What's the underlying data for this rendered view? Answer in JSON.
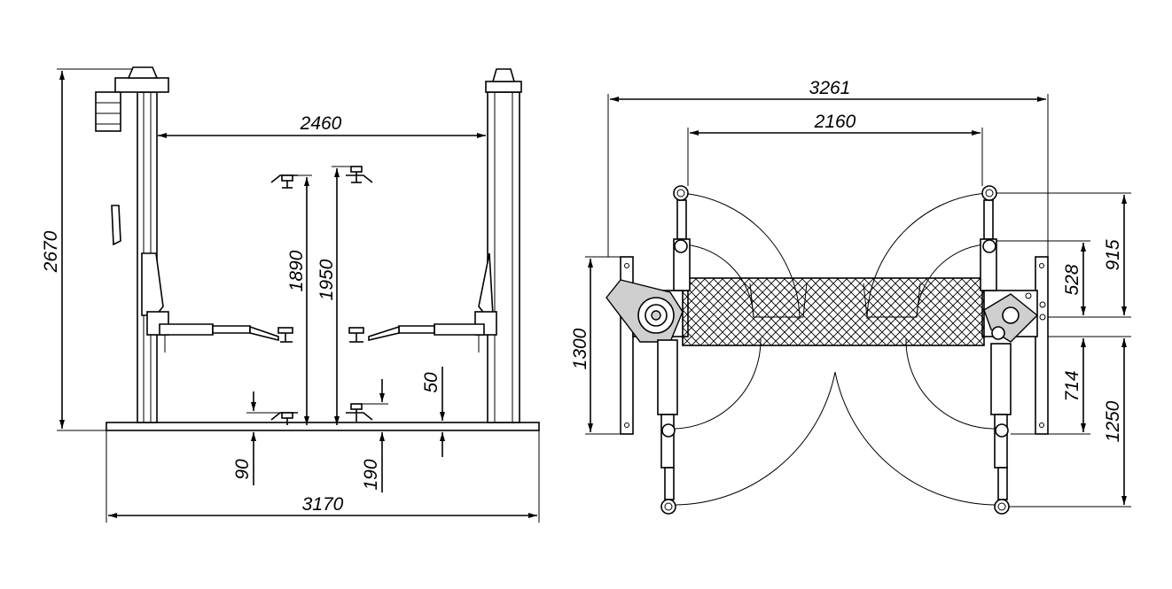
{
  "views": {
    "front": {
      "dimensions": {
        "overall_height": "2670",
        "between_columns": "2460",
        "lift_height_low": "1890",
        "lift_height_high": "1950",
        "pad_gap": "50",
        "min_pad_height": "90",
        "max_pad_height": "190",
        "overall_width": "3170"
      }
    },
    "top": {
      "dimensions": {
        "overall_width": "3261",
        "between_columns": "2160",
        "base_depth": "1300",
        "arm_reach_front_long": "915",
        "arm_reach_front_short": "528",
        "arm_reach_rear_short": "714",
        "arm_reach_rear_long": "1250"
      }
    }
  },
  "colors": {
    "line": "#000000",
    "fill_gray": "#cfcfcf",
    "background": "#ffffff"
  }
}
